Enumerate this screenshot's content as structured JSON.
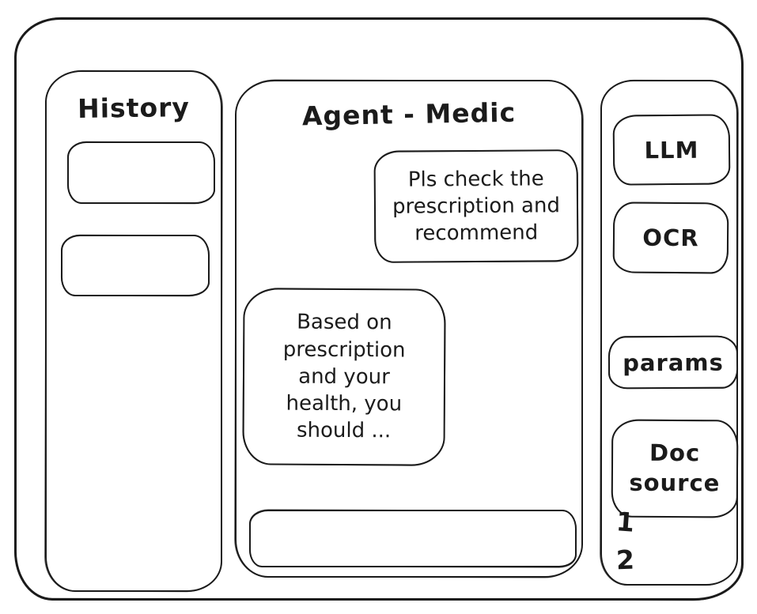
{
  "colors": {
    "ink": "#1b1b1b",
    "background": "#ffffff"
  },
  "sidebar": {
    "title": "History",
    "items": [
      {
        "label": ""
      },
      {
        "label": ""
      }
    ]
  },
  "chat": {
    "title": "Agent - Medic",
    "messages": [
      {
        "role": "user",
        "text": "Pls check the prescription and recommend"
      },
      {
        "role": "assistant",
        "text": "Based on prescription and your health, you should ..."
      }
    ],
    "input": {
      "value": "",
      "placeholder": ""
    }
  },
  "tools": {
    "items": [
      {
        "label": "LLM"
      },
      {
        "label": "OCR"
      },
      {
        "label": "params"
      },
      {
        "label": "Doc source"
      }
    ],
    "doc_source_numbers": [
      "1",
      "2"
    ]
  }
}
